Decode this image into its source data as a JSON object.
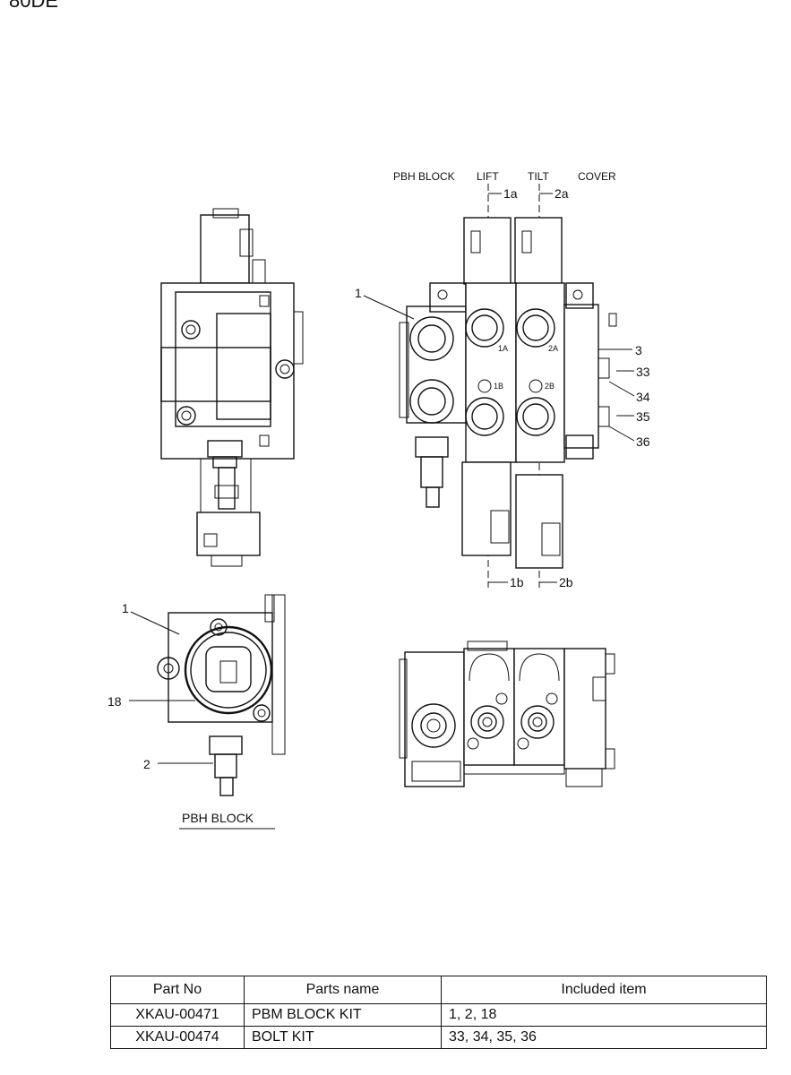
{
  "page_title": "80DE",
  "headers": {
    "pbh": "PBH BLOCK",
    "lift": "LIFT",
    "tilt": "TILT",
    "cover": "COVER"
  },
  "callouts": {
    "c1": "1",
    "c1a": "1a",
    "c2a": "2a",
    "c1b": "1b",
    "c2b": "2b",
    "c3": "3",
    "c33": "33",
    "c34": "34",
    "c35": "35",
    "c36": "36",
    "d1": "1",
    "d18": "18",
    "d2": "2"
  },
  "ports": {
    "p1A": "1A",
    "p2A": "2A",
    "p1B": "1B",
    "p2B": "2B"
  },
  "pbh_caption": "PBH BLOCK",
  "table": {
    "columns": [
      "Part No",
      "Parts name",
      "Included item"
    ],
    "rows": [
      [
        "XKAU-00471",
        "PBM BLOCK KIT",
        "1, 2, 18"
      ],
      [
        "XKAU-00474",
        "BOLT KIT",
        "33, 34, 35, 36"
      ]
    ]
  }
}
